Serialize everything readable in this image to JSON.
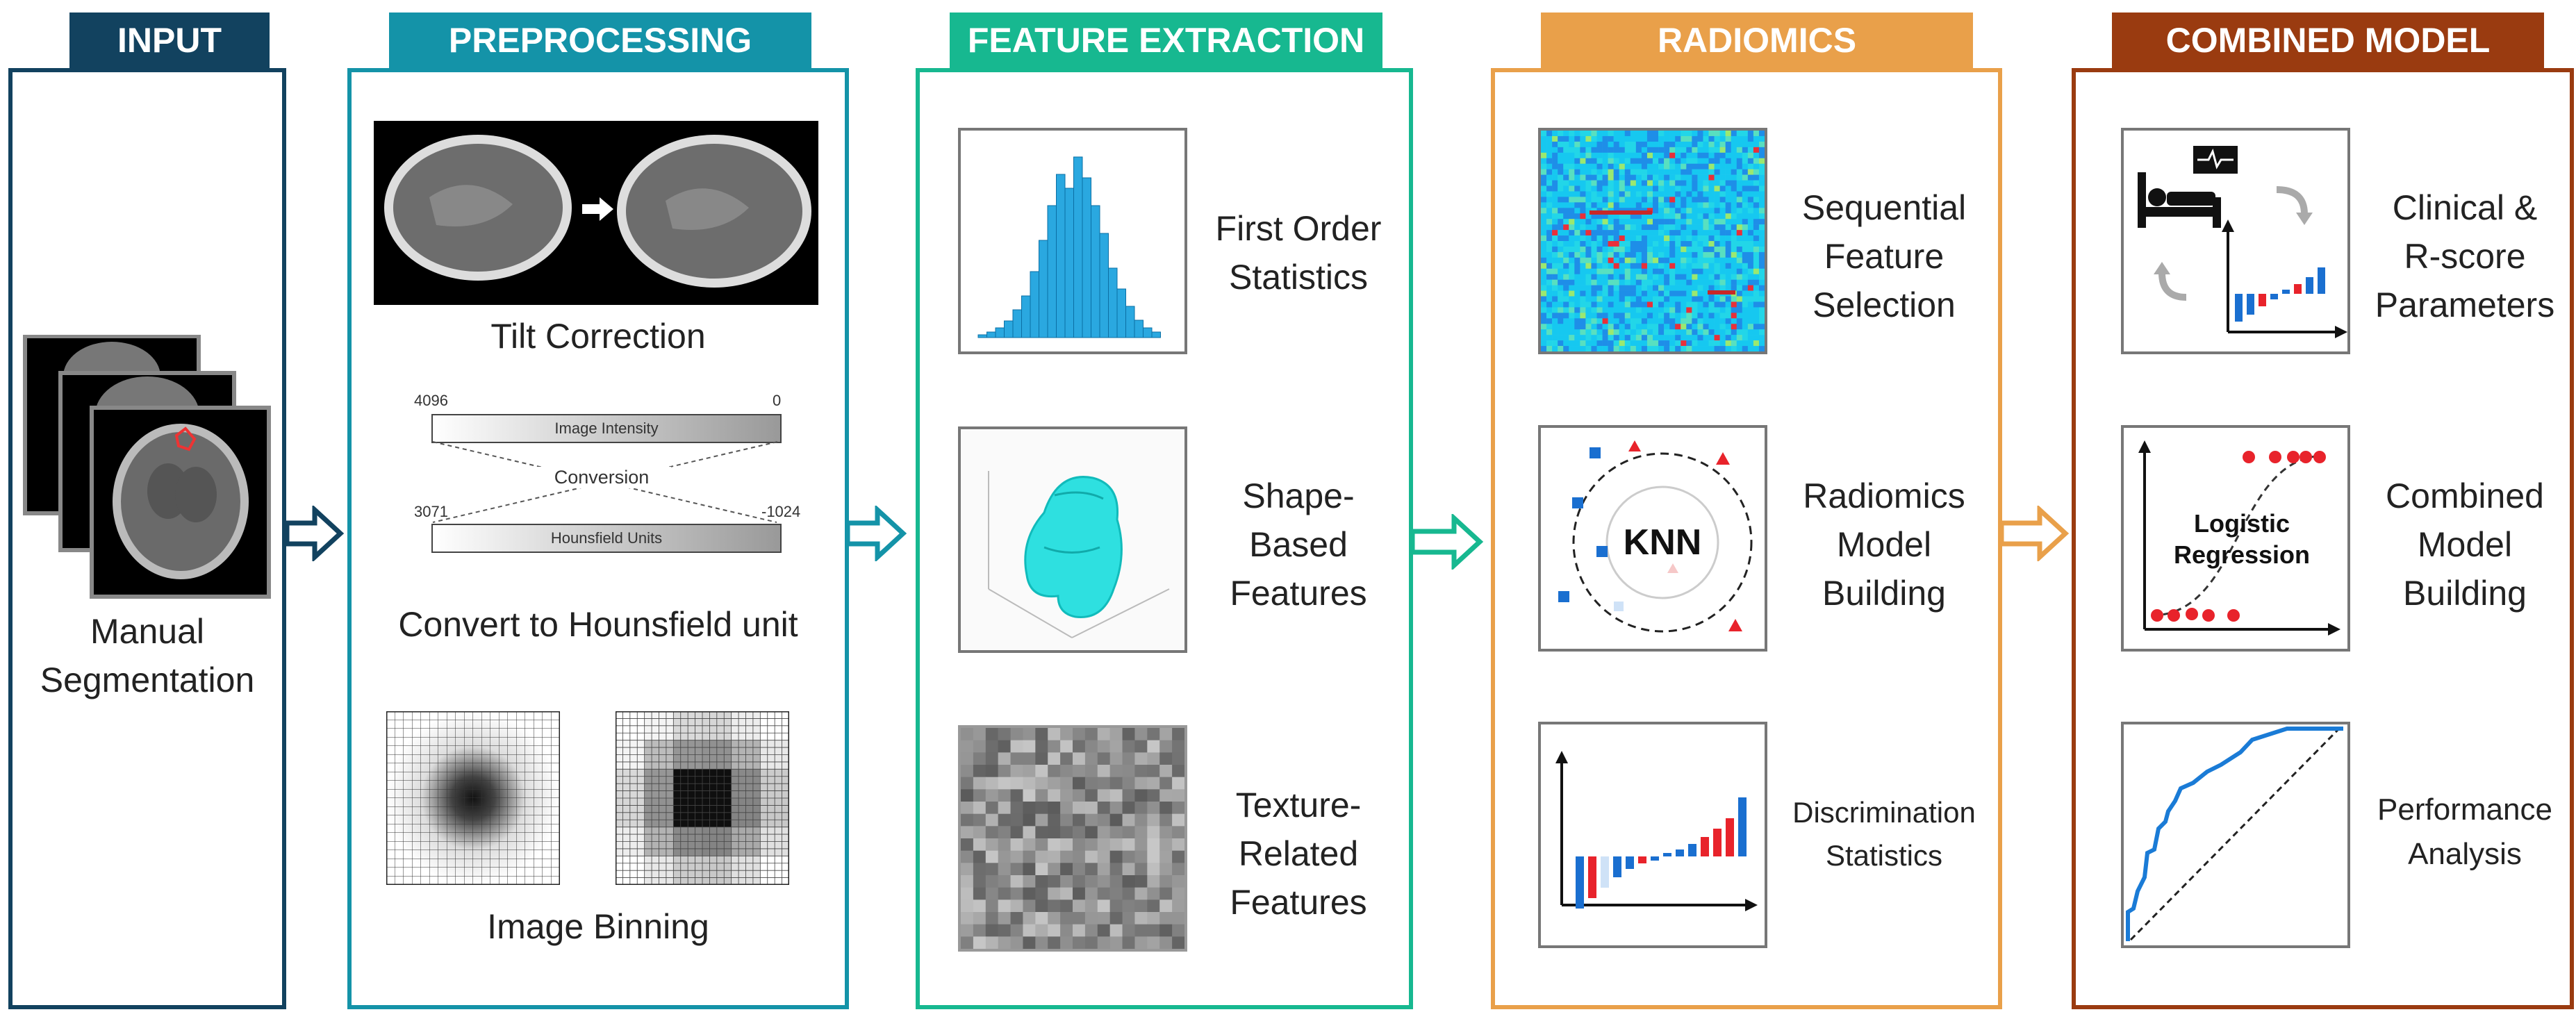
{
  "stages": {
    "input": {
      "title": "INPUT",
      "caption_1": "Manual",
      "caption_2": "Segmentation"
    },
    "preprocessing": {
      "title": "PREPROCESSING",
      "tilt": "Tilt Correction",
      "conversion": {
        "top_left": "4096",
        "top_right": "0",
        "bar1": "Image Intensity",
        "middle": "Conversion",
        "bottom_left": "3071",
        "bottom_right": "-1024",
        "bar2": "Hounsfield Units"
      },
      "hounsfield": "Convert to Hounsfield unit",
      "binning": "Image Binning"
    },
    "feature_extraction": {
      "title": "FEATURE EXTRACTION",
      "first_order_1": "First Order",
      "first_order_2": "Statistics",
      "shape_1": "Shape-",
      "shape_2": "Based",
      "shape_3": "Features",
      "texture_1": "Texture-",
      "texture_2": "Related",
      "texture_3": "Features"
    },
    "radiomics": {
      "title": "RADIOMICS",
      "seq_1": "Sequential",
      "seq_2": "Feature",
      "seq_3": "Selection",
      "knn": "KNN",
      "model_1": "Radiomics",
      "model_2": "Model",
      "model_3": "Building",
      "disc_1": "Discrimination",
      "disc_2": "Statistics"
    },
    "combined": {
      "title": "COMBINED MODEL",
      "clin_1": "Clinical &",
      "clin_2": "R-score",
      "clin_3": "Parameters",
      "logistic_1": "Logistic",
      "logistic_2": "Regression",
      "comb_1": "Combined",
      "comb_2": "Model",
      "comb_3": "Building",
      "perf_1": "Performance",
      "perf_2": "Analysis"
    }
  },
  "colors": {
    "input": "#12425f",
    "preprocessing": "#1493a8",
    "feature_extraction": "#17b890",
    "radiomics": "#e9a04a",
    "combined": "#9a3b10"
  }
}
